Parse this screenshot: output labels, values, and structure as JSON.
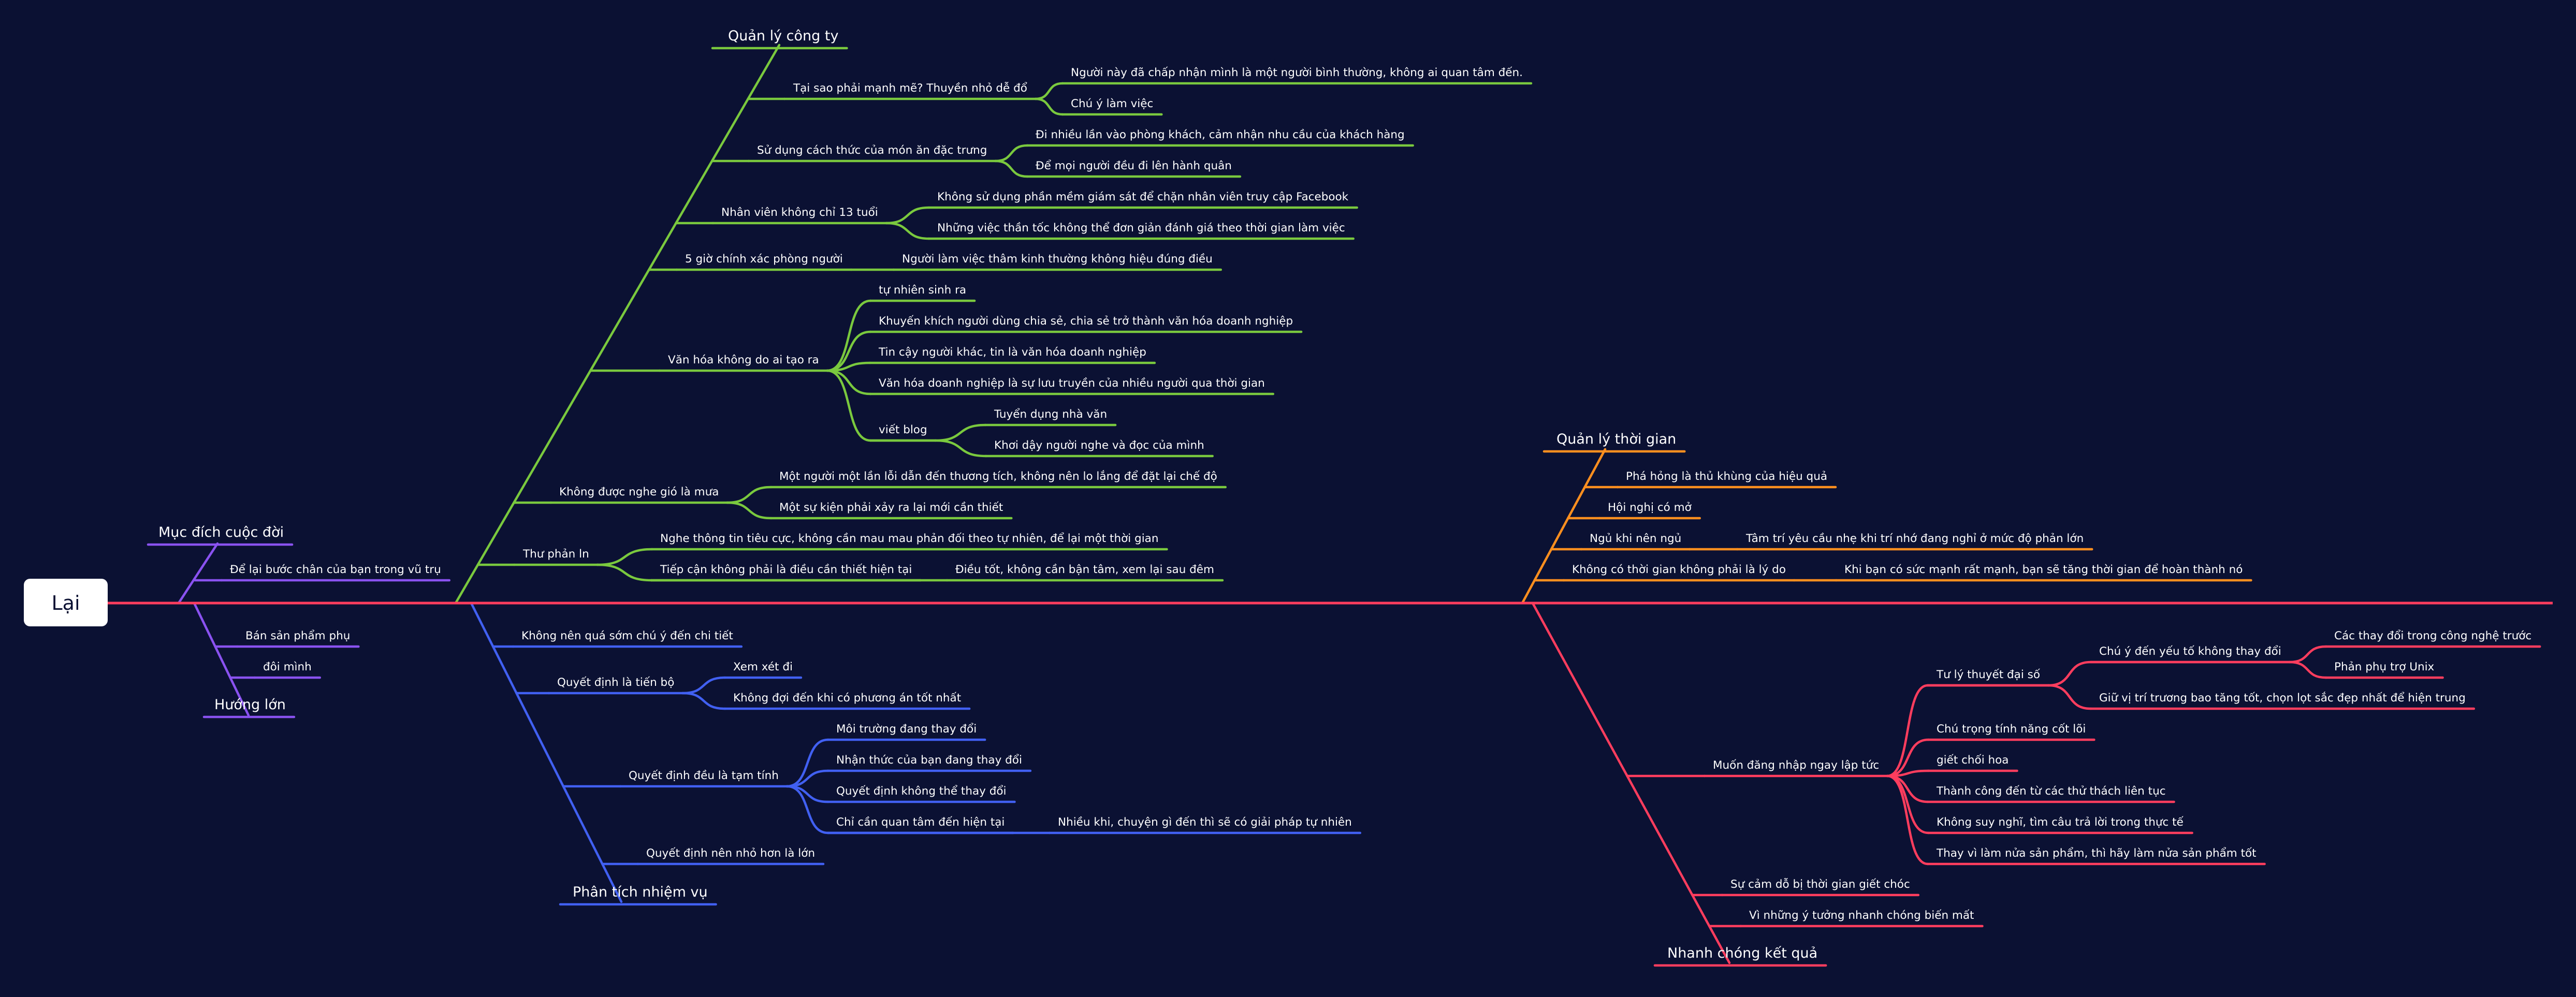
{
  "colors": {
    "background": "#0b1133",
    "axis": "#ff3d5e",
    "green": "#7ac93e",
    "orange": "#ff8f1f",
    "purple": "#8a52f0",
    "blue": "#4160f2",
    "red": "#ff3d5e",
    "text": "#ffffff"
  },
  "root": {
    "label": "Lại"
  },
  "branches": {
    "quan_ly_cong_ty": {
      "label": "Quản lý công ty",
      "items": [
        {
          "label": "Tại sao phải mạnh mẽ? Thuyền nhỏ dễ đổ",
          "children": [
            {
              "label": "Người này đã chấp nhận mình là một người bình thường, không ai quan tâm đến."
            },
            {
              "label": "Chú ý làm việc"
            }
          ]
        },
        {
          "label": "Sử dụng cách thức của món ăn đặc trưng",
          "children": [
            {
              "label": "Đi nhiều lần vào phòng khách, cảm nhận nhu cầu của khách hàng"
            },
            {
              "label": "Để mọi người đều đi lên hành quân"
            }
          ]
        },
        {
          "label": "Nhân viên không chỉ 13 tuổi",
          "children": [
            {
              "label": "Không sử dụng phần mềm giám sát để chặn nhân viên truy cập Facebook"
            },
            {
              "label": "Những việc thần tốc không thể đơn giản đánh giá theo thời gian làm việc"
            }
          ]
        },
        {
          "label": "5 giờ chính xác phòng người",
          "children": [
            {
              "label": "Người làm việc thâm kinh thường không hiệu đúng điều"
            }
          ]
        },
        {
          "label": "Văn hóa không do ai tạo ra",
          "children": [
            {
              "label": "tự nhiên sinh ra"
            },
            {
              "label": "Khuyến khích người dùng chia sẻ, chia sẻ trở thành văn hóa doanh nghiệp"
            },
            {
              "label": "Tin cậy người khác, tin là văn hóa doanh nghiệp"
            },
            {
              "label": "Văn hóa doanh nghiệp là sự lưu truyền của nhiều người qua thời gian"
            },
            {
              "label": "viết blog",
              "children": [
                {
                  "label": "Tuyển dụng nhà văn"
                },
                {
                  "label": "Khơi dậy người nghe và đọc của mình"
                }
              ]
            }
          ]
        },
        {
          "label": "Không được nghe gió là mưa",
          "children": [
            {
              "label": "Một người một lần lỗi dẫn đến thương tích, không nên lo lắng để đặt lại chế độ"
            },
            {
              "label": "Một sự kiện phải xảy ra lại mới cần thiết"
            }
          ]
        },
        {
          "label": "Thư phản ln",
          "children": [
            {
              "label": "Nghe thông tin tiêu cực, không cần mau mau phản đối theo tự nhiên, để lại một thời gian"
            },
            {
              "label": "Tiếp cận không phải là điều cần thiết hiện tại",
              "children": [
                {
                  "label": "Điều tốt, không cần bận tâm, xem lại sau đêm"
                }
              ]
            }
          ]
        }
      ]
    },
    "quan_ly_thoi_gian": {
      "label": "Quản lý thời gian",
      "items": [
        {
          "label": "Phá hỏng là thủ khùng của hiệu quả"
        },
        {
          "label": "Hội nghị có mở"
        },
        {
          "label": "Ngủ khi nên ngủ",
          "children": [
            {
              "label": "Tâm trí yêu cầu nhẹ khi trí nhớ đang nghỉ ở mức độ phản lớn"
            }
          ]
        },
        {
          "label": "Không có thời gian không phải là lý do",
          "children": [
            {
              "label": "Khi bạn có sức mạnh rất mạnh, bạn sẽ tăng thời gian để hoàn thành nó"
            }
          ]
        }
      ]
    },
    "muc_dich_cuoc_doi": {
      "label": "Mục đích cuộc đời",
      "items": [
        {
          "label": "Để lại bước chân của bạn trong vũ trụ"
        }
      ]
    },
    "huong_lon": {
      "label": "Hướng lớn",
      "items": [
        {
          "label": "Bán sản phẩm phụ"
        },
        {
          "label": "đôi mình"
        }
      ]
    },
    "phan_tich_nhiem_vu": {
      "label": "Phân tích nhiệm vụ",
      "items": [
        {
          "label": "Không nên quá sớm chú ý đến chi tiết"
        },
        {
          "label": "Quyết định là tiến bộ",
          "children": [
            {
              "label": "Xem xét đi"
            },
            {
              "label": "Không đợi đến khi có phương án tốt nhất"
            }
          ]
        },
        {
          "label": "Quyết định đều là tạm tính",
          "children": [
            {
              "label": "Môi trường đang thay đổi"
            },
            {
              "label": "Nhận thức của bạn đang thay đổi"
            },
            {
              "label": "Quyết định không thể thay đổi"
            },
            {
              "label": "Chỉ cần quan tâm đến hiện tại",
              "children": [
                {
                  "label": "Nhiều khi, chuyện gì đến thì sẽ có giải pháp tự nhiên"
                }
              ]
            }
          ]
        },
        {
          "label": "Quyết định nên nhỏ hơn là lớn"
        }
      ]
    },
    "nhanh_chong_ket_qua": {
      "label": "Nhanh chóng kết quả",
      "items": [
        {
          "label": "Muốn đăng nhập ngay lập tức",
          "children": [
            {
              "label": "Tư lý thuyết đại số",
              "children": [
                {
                  "label": "Chú ý đến yếu tố không thay đổi",
                  "children": [
                    {
                      "label": "Các thay đổi trong công nghệ trước"
                    },
                    {
                      "label": "Phản phụ trợ Unix"
                    }
                  ]
                },
                {
                  "label": "Giữ vị trí trương bao tăng tốt, chọn lọt sắc đẹp nhất để hiện trung"
                }
              ]
            },
            {
              "label": "Chú trọng tính năng cốt lõi"
            },
            {
              "label": "giết chối hoa"
            },
            {
              "label": "Thành công đến từ các thử thách liên tục"
            },
            {
              "label": "Không suy nghĩ, tìm câu trả lời trong thực tế"
            },
            {
              "label": "Thay vì làm nửa sản phẩm, thì hãy làm nửa sản phẩm tốt"
            }
          ]
        },
        {
          "label": "Sự cảm dỗ bị thời gian giết chóc"
        },
        {
          "label": "Vì những ý tưởng nhanh chóng biến mất"
        }
      ]
    }
  }
}
